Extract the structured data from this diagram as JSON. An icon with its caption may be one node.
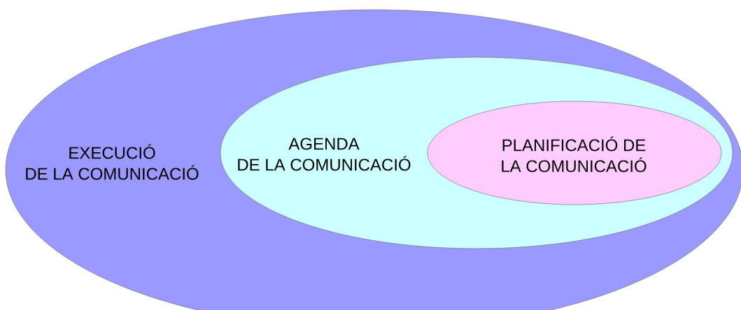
{
  "diagram": {
    "nodes": [
      {
        "text": [
          "EXECUCIÓ DE LA COMUNICACIÓ"
        ]
      },
      {
        "text": [
          "AGENDA DE LA COMUNICACIÓ"
        ],
        "in": 0
      },
      {
        "text": [
          "PLANIFICACIÓ DE LA COMUNICACIÓ"
        ],
        "in": 1
      }
    ]
  }
}
